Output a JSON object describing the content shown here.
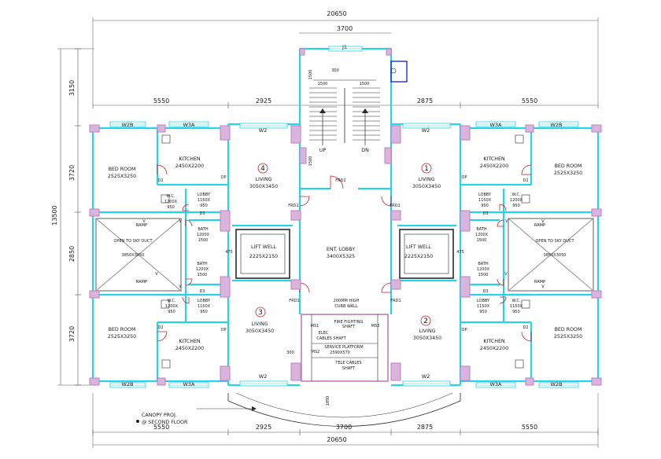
{
  "dimensions": {
    "overall_top": "20650",
    "overall_bottom": "20650",
    "stair_width_top": "3700",
    "top_row": [
      "5550",
      "2925",
      "2875",
      "5550"
    ],
    "bottom_row": [
      "5550",
      "2925",
      "3700",
      "2875",
      "5550"
    ],
    "left_total": "13500",
    "left_top": "3150",
    "left_rows": [
      "3720",
      "2850",
      "3720"
    ],
    "stair_inner": [
      "1500",
      "1500"
    ],
    "stair_vert": [
      "1500",
      "1500"
    ],
    "stair_300": "300",
    "duct_300": "300",
    "canopy_depth": "1850",
    "lift_475_left": "475",
    "lift_475_right": "475"
  },
  "windows": {
    "w2b": "W2B",
    "w3a": "W3A",
    "w2": "W2",
    "j1": "J1"
  },
  "flats": {
    "n1": "1",
    "n2": "2",
    "n3": "3",
    "n4": "4"
  },
  "rooms": {
    "bed": "BED ROOM",
    "bed_size": "2525X3250",
    "kitchen": "KITCHEN",
    "kitchen_size": "2450X2200",
    "living": "LIVING",
    "living_size": "3050X3450",
    "wc": "W.C.",
    "wc_size_a": "1200X",
    "wc_size_b": "950",
    "wc_size_c": "1150X",
    "lobby": "LOBBY",
    "lobby_size_a": "1150X",
    "lobby_size_b": "950",
    "bath": "BATH",
    "bath_size_a": "1200X",
    "bath_size_b": "1500",
    "duct": "OPEN TO SKY DUCT",
    "duct_size": "3850X3050",
    "lift": "LIFT WELL",
    "lift_size": "2225X2150",
    "lobby_main": "ENT. LOBBY",
    "lobby_main_size": "3400X5325"
  },
  "doors": {
    "frd1": "FRD1",
    "frd2": "FRD2",
    "d2": "D2",
    "d3": "D3",
    "op": "OP",
    "v": "V",
    "ramp": "RAMP"
  },
  "stair": {
    "up": "UP",
    "dn": "DN"
  },
  "services": {
    "curb_1": "200MM HIGH",
    "curb_2": "CURB WALL",
    "fire": "FIRE FIGHTING",
    "fire_2": "SHAFT",
    "elec": "ELEC",
    "cables": "CABLES SHAFT",
    "platform": "SERVICE PLATFORM",
    "platform_2": "2590X570",
    "tele": "TELE CABLES",
    "tele_2": "SHAFT",
    "m1": "MS1",
    "m2": "MS2",
    "m3": "MS3"
  },
  "notes": {
    "canopy_1": "CANOPY PROJ.",
    "canopy_2": "@ SECOND FLOOR"
  },
  "colors": {
    "wall": "#29d2e6",
    "column": "#c07fc0",
    "column_fill": "#d9b4dc",
    "line": "#2a2a2a",
    "dim_line": "#555555",
    "door": "#cc1f1f",
    "duct": "#8c8c8c",
    "lift": "#2a2a2a",
    "blue_box": "#1e2fd6",
    "window": "#29d2e6"
  }
}
